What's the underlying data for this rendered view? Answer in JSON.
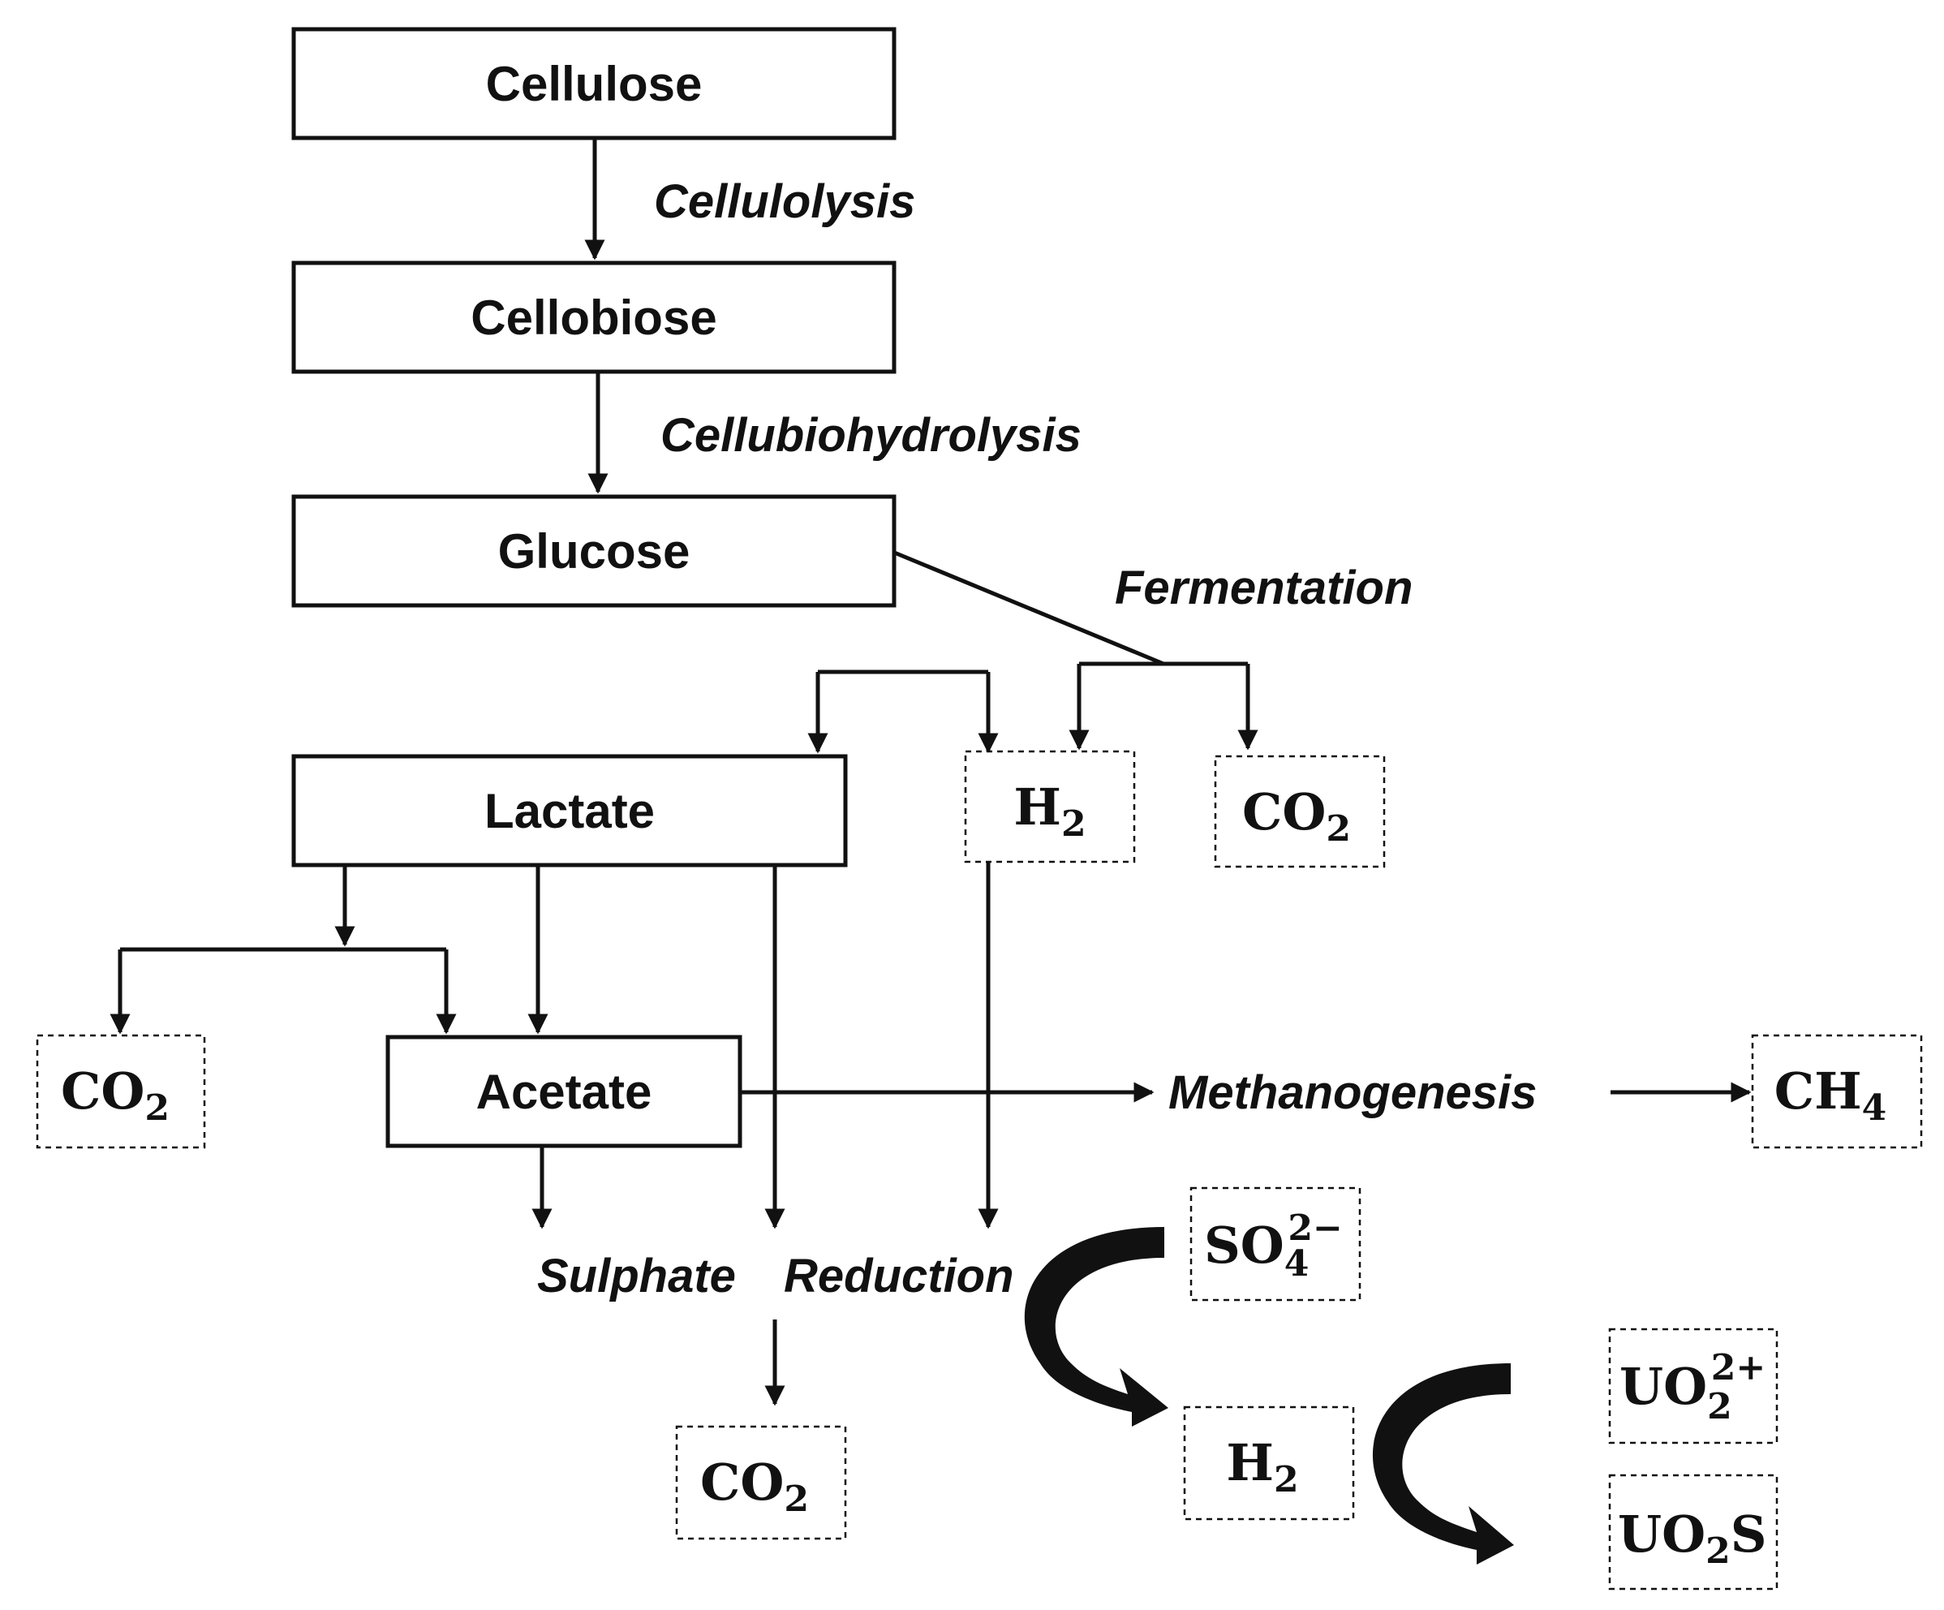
{
  "nodes": {
    "cellulose": "Cellulose",
    "cellobiose": "Cellobiose",
    "glucose": "Glucose",
    "lactate": "Lactate",
    "acetate": "Acetate"
  },
  "processes": {
    "cellulolysis": "Cellulolysis",
    "cellubiohydrolysis": "Cellubiohydrolysis",
    "fermentation": "Fermentation",
    "methanogenesis": "Methanogenesis",
    "sulphate": "Sulphate",
    "reduction": "Reduction"
  },
  "species": {
    "h2": {
      "base": "H",
      "sub": "2"
    },
    "co2": {
      "base": "CO",
      "sub": "2"
    },
    "ch4": {
      "base": "CH",
      "sub": "4"
    },
    "so4": {
      "base": "SO",
      "sub": "4",
      "sup": "2−"
    },
    "uo2_ion": {
      "base": "UO",
      "sub": "2",
      "sup": "2+"
    },
    "uo2s": {
      "base": "UO",
      "sub": "2",
      "tail": "S"
    }
  },
  "colors": {
    "ink": "#111111",
    "background": "#ffffff"
  }
}
